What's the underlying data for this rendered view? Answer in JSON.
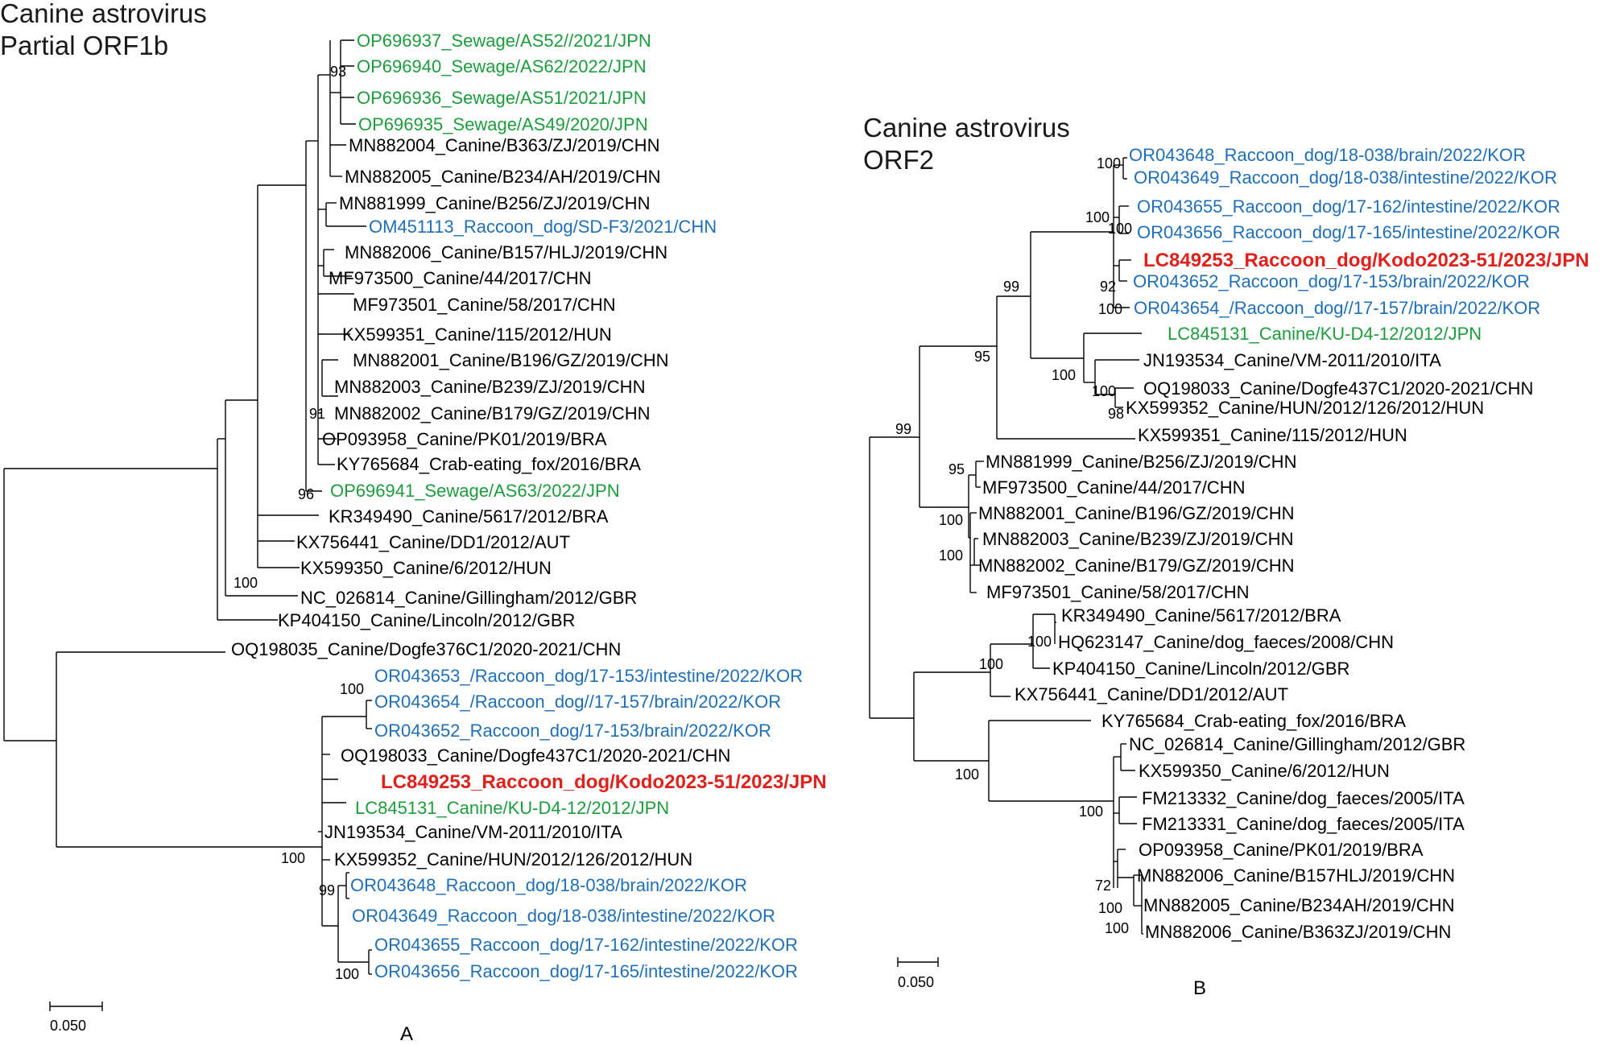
{
  "colors": {
    "black": "#000000",
    "green": "#1c9c3c",
    "blue": "#1f6fb8",
    "red": "#e0201b"
  },
  "panel_a": {
    "title_line1": "Canine astrovirus",
    "title_line2": "Partial ORF1b",
    "panel_label": "A",
    "scale_label": "0.050",
    "leaves": [
      {
        "text": "OP696937_Sewage/AS52//2021/JPN",
        "color": "green"
      },
      {
        "text": "OP696940_Sewage/AS62/2022/JPN",
        "color": "green"
      },
      {
        "text": "OP696936_Sewage/AS51/2021/JPN",
        "color": "green"
      },
      {
        "text": "OP696935_Sewage/AS49/2020/JPN",
        "color": "green"
      },
      {
        "text": "MN882004_Canine/B363/ZJ/2019/CHN",
        "color": "black"
      },
      {
        "text": "MN882005_Canine/B234/AH/2019/CHN",
        "color": "black"
      },
      {
        "text": "MN881999_Canine/B256/ZJ/2019/CHN",
        "color": "black"
      },
      {
        "text": "OM451113_Raccoon_dog/SD-F3/2021/CHN",
        "color": "blue"
      },
      {
        "text": "MN882006_Canine/B157/HLJ/2019/CHN",
        "color": "black"
      },
      {
        "text": "MF973500_Canine/44/2017/CHN",
        "color": "black"
      },
      {
        "text": "MF973501_Canine/58/2017/CHN",
        "color": "black"
      },
      {
        "text": "KX599351_Canine/115/2012/HUN",
        "color": "black"
      },
      {
        "text": "MN882001_Canine/B196/GZ/2019/CHN",
        "color": "black"
      },
      {
        "text": "MN882003_Canine/B239/ZJ/2019/CHN",
        "color": "black"
      },
      {
        "text": "MN882002_Canine/B179/GZ/2019/CHN",
        "color": "black"
      },
      {
        "text": "OP093958_Canine/PK01/2019/BRA",
        "color": "black"
      },
      {
        "text": "KY765684_Crab-eating_fox/2016/BRA",
        "color": "black"
      },
      {
        "text": "OP696941_Sewage/AS63/2022/JPN",
        "color": "green"
      },
      {
        "text": "KR349490_Canine/5617/2012/BRA",
        "color": "black"
      },
      {
        "text": "KX756441_Canine/DD1/2012/AUT",
        "color": "black"
      },
      {
        "text": "KX599350_Canine/6/2012/HUN",
        "color": "black"
      },
      {
        "text": "NC_026814_Canine/Gillingham/2012/GBR",
        "color": "black"
      },
      {
        "text": "KP404150_Canine/Lincoln/2012/GBR",
        "color": "black"
      },
      {
        "text": "OQ198035_Canine/Dogfe376C1/2020-2021/CHN",
        "color": "black"
      },
      {
        "text": "OR043653_/Raccoon_dog/17-153/intestine/2022/KOR",
        "color": "blue"
      },
      {
        "text": "OR043654_/Raccoon_dog//17-157/brain/2022/KOR",
        "color": "blue"
      },
      {
        "text": "OR043652_Raccoon_dog/17-153/brain/2022/KOR",
        "color": "blue"
      },
      {
        "text": "OQ198033_Canine/Dogfe437C1/2020-2021/CHN",
        "color": "black"
      },
      {
        "text": "LC849253_Raccoon_dog/Kodo2023-51/2023/JPN",
        "color": "red",
        "bold": true
      },
      {
        "text": "LC845131_Canine/KU-D4-12/2012/JPN",
        "color": "green"
      },
      {
        "text": "JN193534_Canine/VM-2011/2010/ITA",
        "color": "black"
      },
      {
        "text": "KX599352_Canine/HUN/2012/126/2012/HUN",
        "color": "black"
      },
      {
        "text": "OR043648_Raccoon_dog/18-038/brain/2022/KOR",
        "color": "blue"
      },
      {
        "text": "OR043649_Raccoon_dog/18-038/intestine/2022/KOR",
        "color": "blue"
      },
      {
        "text": "OR043655_Raccoon_dog/17-162/intestine/2022/KOR",
        "color": "blue"
      },
      {
        "text": "OR043656_Raccoon_dog/17-165/intestine/2022/KOR",
        "color": "blue"
      }
    ],
    "bootstrap": [
      "93",
      "91",
      "96",
      "100",
      "100",
      "100",
      "99",
      "100"
    ]
  },
  "panel_b": {
    "title_line1": "Canine astrovirus",
    "title_line2": "ORF2",
    "panel_label": "B",
    "scale_label": "0.050",
    "leaves": [
      {
        "text": "OR043648_Raccoon_dog/18-038/brain/2022/KOR",
        "color": "blue"
      },
      {
        "text": "OR043649_Raccoon_dog/18-038/intestine/2022/KOR",
        "color": "blue"
      },
      {
        "text": "OR043655_Raccoon_dog/17-162/intestine/2022/KOR",
        "color": "blue"
      },
      {
        "text": "OR043656_Raccoon_dog/17-165/intestine/2022/KOR",
        "color": "blue"
      },
      {
        "text": "LC849253_Raccoon_dog/Kodo2023-51/2023/JPN",
        "color": "red",
        "bold": true
      },
      {
        "text": "OR043652_Raccoon_dog/17-153/brain/2022/KOR",
        "color": "blue"
      },
      {
        "text": "OR043654_/Raccoon_dog//17-157/brain/2022/KOR",
        "color": "blue"
      },
      {
        "text": "LC845131_Canine/KU-D4-12/2012/JPN",
        "color": "green"
      },
      {
        "text": "JN193534_Canine/VM-2011/2010/ITA",
        "color": "black"
      },
      {
        "text": "OQ198033_Canine/Dogfe437C1/2020-2021/CHN",
        "color": "black"
      },
      {
        "text": "KX599352_Canine/HUN/2012/126/2012/HUN",
        "color": "black"
      },
      {
        "text": "KX599351_Canine/115/2012/HUN",
        "color": "black"
      },
      {
        "text": "MN881999_Canine/B256/ZJ/2019/CHN",
        "color": "black"
      },
      {
        "text": "MF973500_Canine/44/2017/CHN",
        "color": "black"
      },
      {
        "text": "MN882001_Canine/B196/GZ/2019/CHN",
        "color": "black"
      },
      {
        "text": "MN882003_Canine/B239/ZJ/2019/CHN",
        "color": "black"
      },
      {
        "text": "MN882002_Canine/B179/GZ/2019/CHN",
        "color": "black"
      },
      {
        "text": "MF973501_Canine/58/2017/CHN",
        "color": "black"
      },
      {
        "text": "KR349490_Canine/5617/2012/BRA",
        "color": "black"
      },
      {
        "text": "HQ623147_Canine/dog_faeces/2008/CHN",
        "color": "black"
      },
      {
        "text": "KP404150_Canine/Lincoln/2012/GBR",
        "color": "black"
      },
      {
        "text": "KX756441_Canine/DD1/2012/AUT",
        "color": "black"
      },
      {
        "text": "KY765684_Crab-eating_fox/2016/BRA",
        "color": "black"
      },
      {
        "text": "NC_026814_Canine/Gillingham/2012/GBR",
        "color": "black"
      },
      {
        "text": "KX599350_Canine/6/2012/HUN",
        "color": "black"
      },
      {
        "text": "FM213332_Canine/dog_faeces/2005/ITA",
        "color": "black"
      },
      {
        "text": "FM213331_Canine/dog_faeces/2005/ITA",
        "color": "black"
      },
      {
        "text": "OP093958_Canine/PK01/2019/BRA",
        "color": "black"
      },
      {
        "text": "MN882006_Canine/B157HLJ/2019/CHN",
        "color": "black"
      },
      {
        "text": "MN882005_Canine/B234AH/2019/CHN",
        "color": "black"
      },
      {
        "text": "MN882006_Canine/B363ZJ/2019/CHN",
        "color": "black"
      }
    ],
    "bootstrap": [
      "100",
      "100",
      "100",
      "92",
      "100",
      "99",
      "95",
      "100",
      "100",
      "98",
      "99",
      "95",
      "100",
      "100",
      "100",
      "100",
      "100",
      "100",
      "72",
      "100",
      "100"
    ]
  }
}
